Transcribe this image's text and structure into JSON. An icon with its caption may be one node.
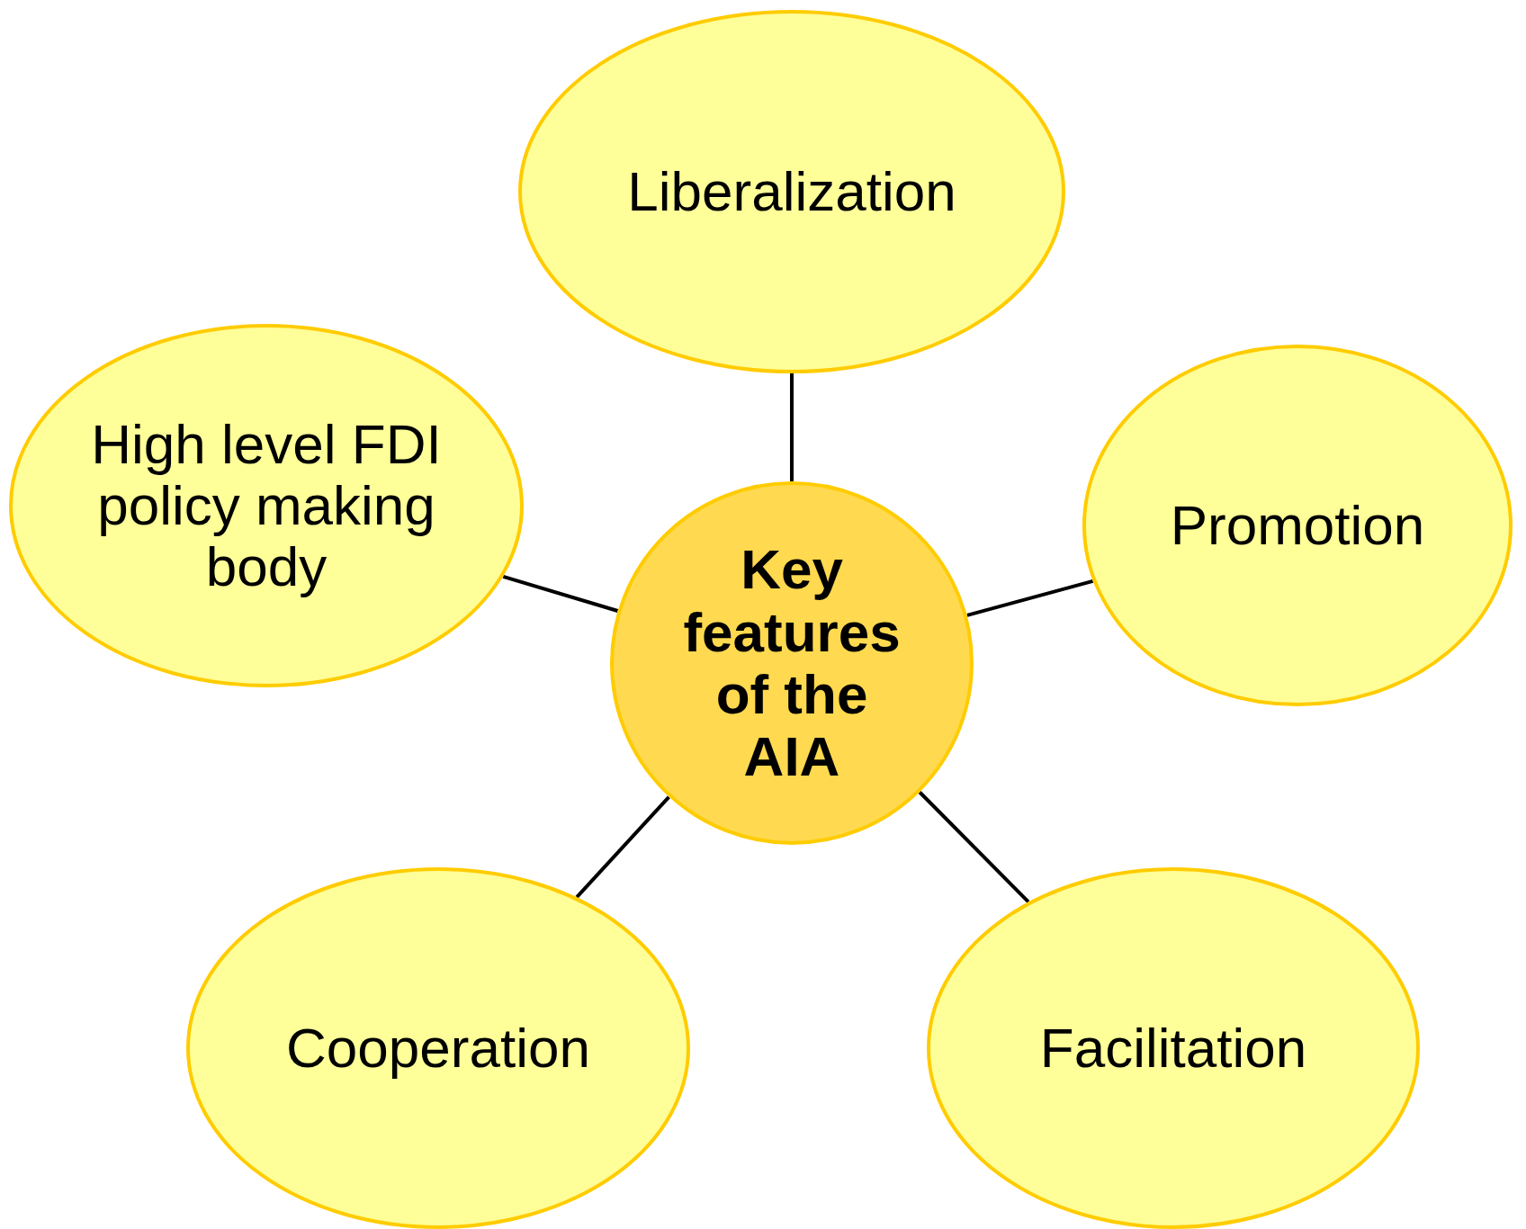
{
  "diagram": {
    "nodes": [
      {
        "text": [
          "Liberalization"
        ]
      },
      {
        "text": [
          "High level FDI policy making body"
        ]
      },
      {
        "text": [
          "Promotion"
        ]
      },
      {
        "text": [
          "Key features of the AIA"
        ]
      },
      {
        "text": [
          "Cooperation"
        ]
      },
      {
        "text": [
          "Facilitation"
        ]
      }
    ],
    "edges": [
      {
        "from": 3,
        "to": 0,
        "arrow": "none"
      },
      {
        "from": 3,
        "to": 1,
        "arrow": "none"
      },
      {
        "from": 3,
        "to": 2,
        "arrow": "none"
      },
      {
        "from": 3,
        "to": 4,
        "arrow": "none"
      },
      {
        "from": 3,
        "to": 5,
        "arrow": "none"
      }
    ]
  }
}
